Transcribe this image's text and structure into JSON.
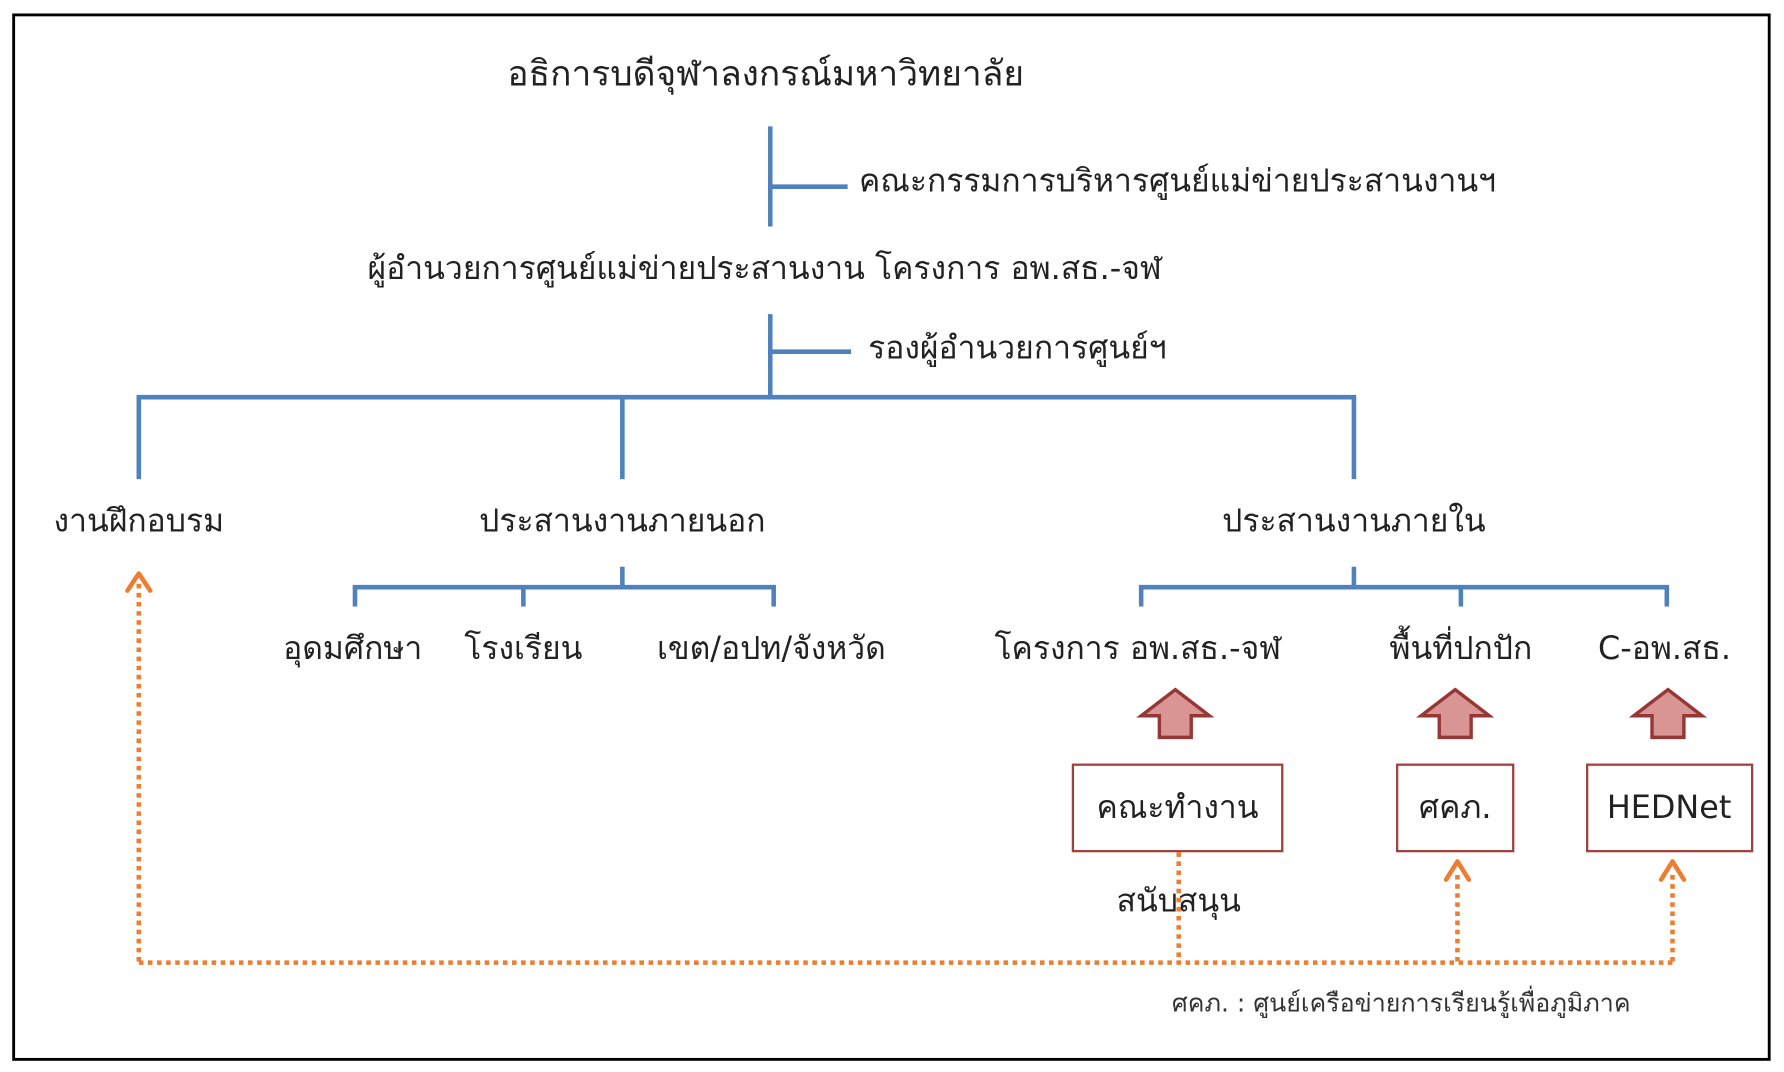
{
  "diagram": {
    "top": "อธิการบดีจุฬาลงกรณ์มหาวิทยาลัย",
    "committee": "คณะกรรมการบริหารศูนย์แม่ข่ายประสานงานฯ",
    "director": "ผู้อำนวยการศูนย์แม่ข่ายประสานงาน โครงการ อพ.สธ.-จฬ",
    "deputy": "รองผู้อำนวยการศูนย์ฯ",
    "branches": {
      "training": "งานฝึกอบรม",
      "external": "ประสานงานภายนอก",
      "internal": "ประสานงานภายใน"
    },
    "external_children": [
      "อุดมศึกษา",
      "โรงเรียน",
      "เขต/อปท/จังหวัด"
    ],
    "internal_children": [
      "โครงการ อพ.สธ.-จฬ",
      "พื้นที่ปกปัก",
      "C-อพ.สธ."
    ],
    "support_boxes": [
      "คณะทำงาน",
      "ศคภ.",
      "HEDNet"
    ],
    "support_label": "สนับสนุน",
    "footnote": "ศคภ. : ศูนย์เครือข่ายการเรียนรู้เพื่อภูมิภาค"
  },
  "colors": {
    "line": "#4f81bd",
    "dotted": "#ed7d31",
    "arrow_fill": "#d99594",
    "box_border": "#a0403f"
  }
}
